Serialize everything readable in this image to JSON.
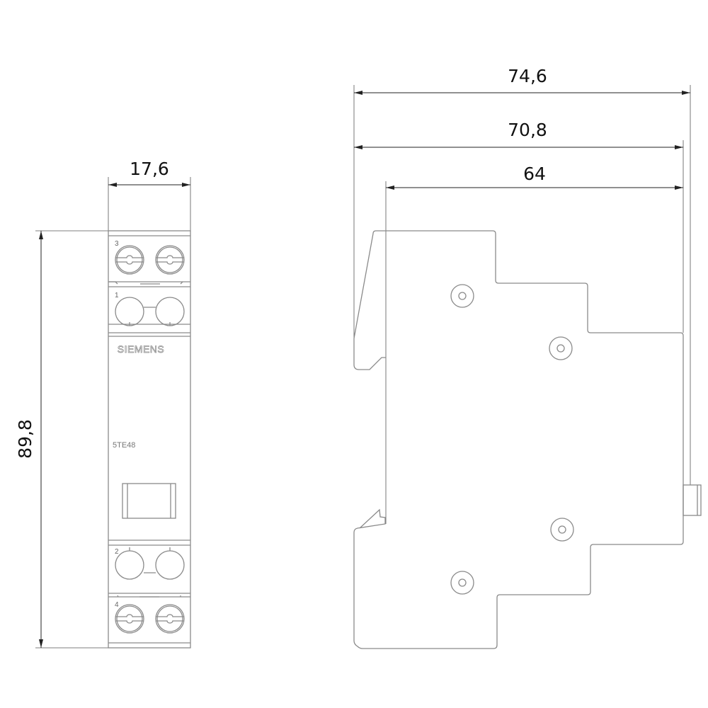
{
  "front_view": {
    "width_dim": "17,6",
    "height_dim": "89,8",
    "terminal_labels": [
      "3",
      "1",
      "2",
      "4"
    ],
    "brand": "SIEMENS",
    "model": "5TE48"
  },
  "side_view": {
    "overall_depth_dim": "74,6",
    "depth_dim": "70,8",
    "rail_depth_dim": "64"
  },
  "colors": {
    "outline": "#8a8a8a",
    "dimension": "#222222"
  }
}
